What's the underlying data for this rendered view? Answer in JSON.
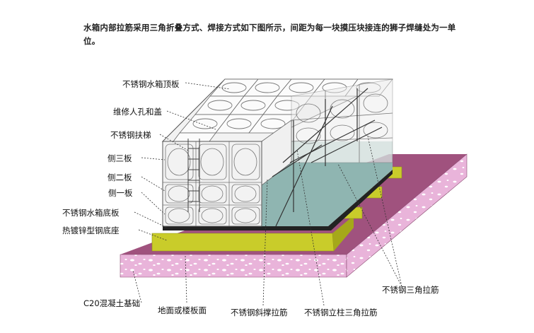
{
  "intro": {
    "text": "水箱内部拉筋采用三角折叠方式、焊接方式如下图所示，间距为每一块摸压块接连的狮子焊缝处为一单位。"
  },
  "labels": {
    "top_plate": "不锈钢水箱顶板",
    "manhole": "维修人孔和盖",
    "ladder": "不锈钢扶梯",
    "side_three": "侧三板",
    "side_two": "侧二板",
    "side_one": "侧一板",
    "bottom_plate": "不锈钢水箱底板",
    "steel_base": "热镀锌型钢底座",
    "concrete": "C20混凝土基础",
    "floor": "地面或楼板面",
    "diagonal_brace": "不锈钢斜撑拉筋",
    "column_brace": "不锈钢立柱三角拉筋",
    "triangle_brace": "不锈钢三角拉筋"
  },
  "colors": {
    "slab_top": "#a0527e",
    "slab_side": "#e8b0d8",
    "beam": "#c9cc2a",
    "water": "#8fb5b1",
    "panel": "#f2f2f2",
    "panel_stroke": "#555555"
  }
}
